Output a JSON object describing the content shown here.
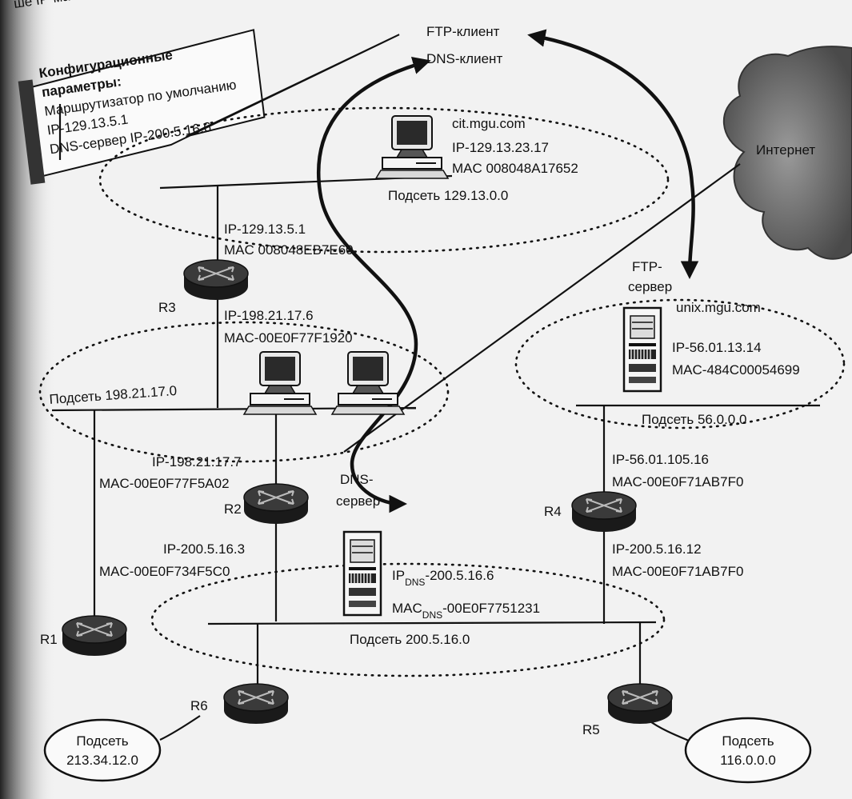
{
  "header_fragment": "ше IP-ма",
  "config_box": {
    "line1": "Конфигурационные",
    "line2": "параметры:",
    "line3": "Маршрутизатор по умолчанию",
    "line4": "IP-129.13.5.1",
    "line5": "DNS-сервер IP-200.5.16.6"
  },
  "clients": {
    "ftp": "FTP-клиент",
    "dns": "DNS-клиент"
  },
  "internet": "Интернет",
  "host_cit": {
    "name": "cit.mgu.com",
    "ip": "IP-129.13.23.17",
    "mac": "MAC 008048A17652"
  },
  "subnet_129": "Подсеть 129.13.0.0",
  "r3": {
    "label": "R3",
    "top_ip": "IP-129.13.5.1",
    "top_mac": "MAC 008048EB7E60",
    "bottom_ip": "IP-198.21.17.6",
    "bottom_mac": "MAC-00E0F77F1920"
  },
  "subnet_198": "Подсеть 198.21.17.0",
  "r2": {
    "label": "R2",
    "top_ip": "IP-198.21.17.7",
    "top_mac": "MAC-00E0F77F5A02",
    "bottom_ip": "IP-200.5.16.3",
    "bottom_mac": "MAC-00E0F734F5C0"
  },
  "dns_server": {
    "label1": "DNS-",
    "label2": "сервер",
    "ip_prefix": "IP",
    "ip_sub": "DNS",
    "ip_value": "-200.5.16.6",
    "mac_prefix": "MAC",
    "mac_sub": "DNS",
    "mac_value": "-00E0F7751231"
  },
  "subnet_200": "Подсеть 200.5.16.0",
  "ftp_server": {
    "label1": "FTP-",
    "label2": "сервер",
    "name": "unix.mgu.com",
    "ip": "IP-56.01.13.14",
    "mac": "MAC-484C00054699"
  },
  "subnet_56": "Подсеть 56.0.0.0",
  "r4": {
    "label": "R4",
    "top_ip": "IP-56.01.105.16",
    "top_mac": "MAC-00E0F71AB7F0",
    "bottom_ip": "IP-200.5.16.12",
    "bottom_mac": "MAC-00E0F71AB7F0"
  },
  "r1": {
    "label": "R1"
  },
  "r6": {
    "label": "R6"
  },
  "r5": {
    "label": "R5"
  },
  "subnet_213": {
    "line1": "Подсеть",
    "line2": "213.34.12.0"
  },
  "subnet_116": {
    "line1": "Подсеть",
    "line2": "116.0.0.0"
  }
}
